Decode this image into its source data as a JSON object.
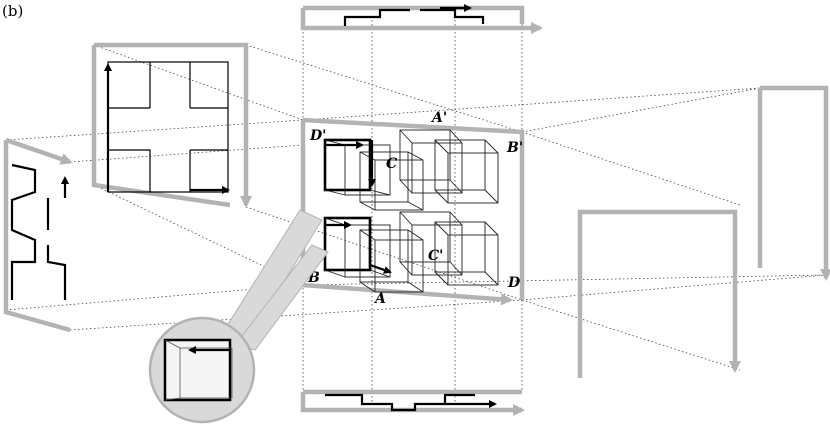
{
  "panel_label": "(b)",
  "vertex_labels": {
    "A": "A",
    "A_prime": "A'",
    "B": "B",
    "B_prime": "B'",
    "C": "C",
    "C_prime": "C'",
    "D": "D",
    "D_prime": "D'"
  },
  "colors": {
    "frame_gray": "#b3b3b3",
    "inset_fill": "#d9d9d9",
    "path_black": "#000000"
  }
}
